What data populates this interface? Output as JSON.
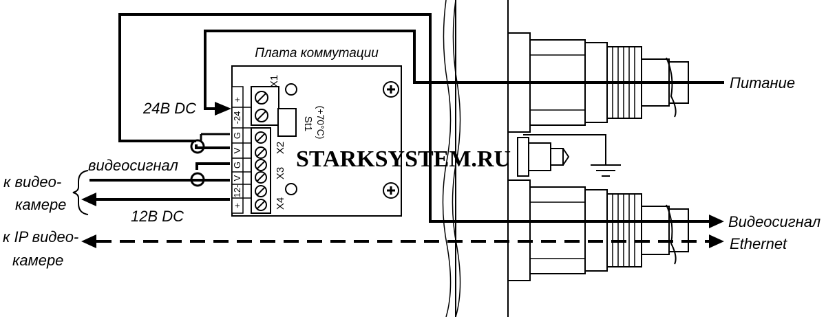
{
  "diagram": {
    "board_title": "Плата коммутации",
    "watermark": "STARKSYSTEM.RU",
    "labels": {
      "voltage_24": "24В DC",
      "video_signal_left": "видеосигнал",
      "to_camera_line1": "к видео-",
      "to_camera_line2": "камере",
      "voltage_12": "12В DC",
      "to_ip_line1": "к IP видео-",
      "to_ip_line2": "камере",
      "power": "Питание",
      "video_signal_right": "Видеосигнал",
      "ethernet": "Ethernet"
    },
    "connectors": {
      "x1": "X1",
      "x2": "X2",
      "x3": "X3",
      "x4": "X4",
      "st1": "St1",
      "st1_temp": "(+70°C)"
    },
    "terminals": {
      "plus": "+",
      "minus24": "-24",
      "g1": "G",
      "v1": "V",
      "g2": "G",
      "v2": "V",
      "minus12": "12-",
      "plus2": "+"
    }
  }
}
